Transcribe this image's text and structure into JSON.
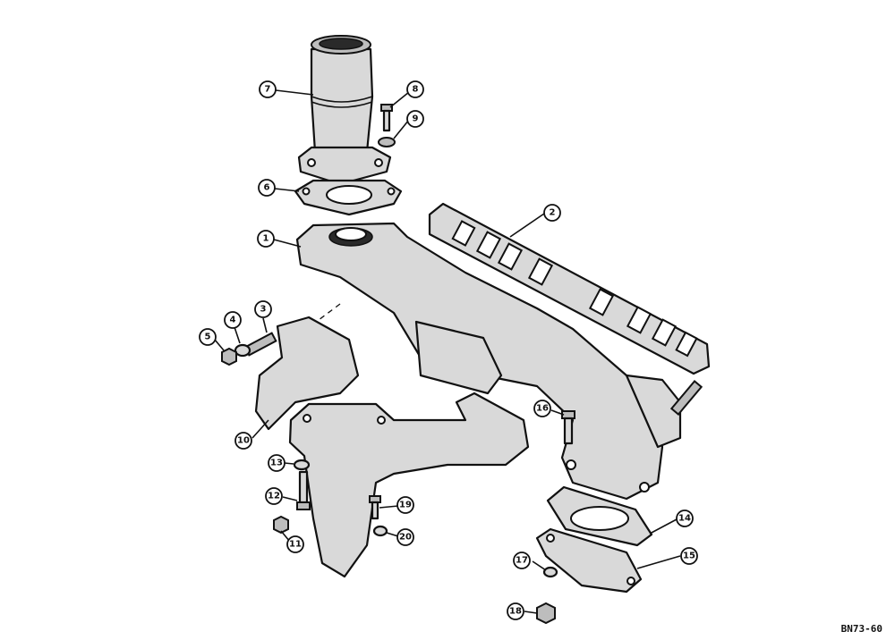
{
  "callouts": [
    {
      "id": "c1",
      "label": "1"
    },
    {
      "id": "c2",
      "label": "2"
    },
    {
      "id": "c3",
      "label": "3"
    },
    {
      "id": "c4",
      "label": "4"
    },
    {
      "id": "c5",
      "label": "5"
    },
    {
      "id": "c6",
      "label": "6"
    },
    {
      "id": "c7",
      "label": "7"
    },
    {
      "id": "c8",
      "label": "8"
    },
    {
      "id": "c9",
      "label": "9"
    },
    {
      "id": "c10",
      "label": "10"
    },
    {
      "id": "c11",
      "label": "11"
    },
    {
      "id": "c12",
      "label": "12"
    },
    {
      "id": "c13",
      "label": "13"
    },
    {
      "id": "c14",
      "label": "14"
    },
    {
      "id": "c15",
      "label": "15"
    },
    {
      "id": "c16",
      "label": "16"
    },
    {
      "id": "c17",
      "label": "17"
    },
    {
      "id": "c18",
      "label": "18"
    },
    {
      "id": "c19",
      "label": "19"
    },
    {
      "id": "c20",
      "label": "20"
    }
  ],
  "figure_code": "BN73-60"
}
